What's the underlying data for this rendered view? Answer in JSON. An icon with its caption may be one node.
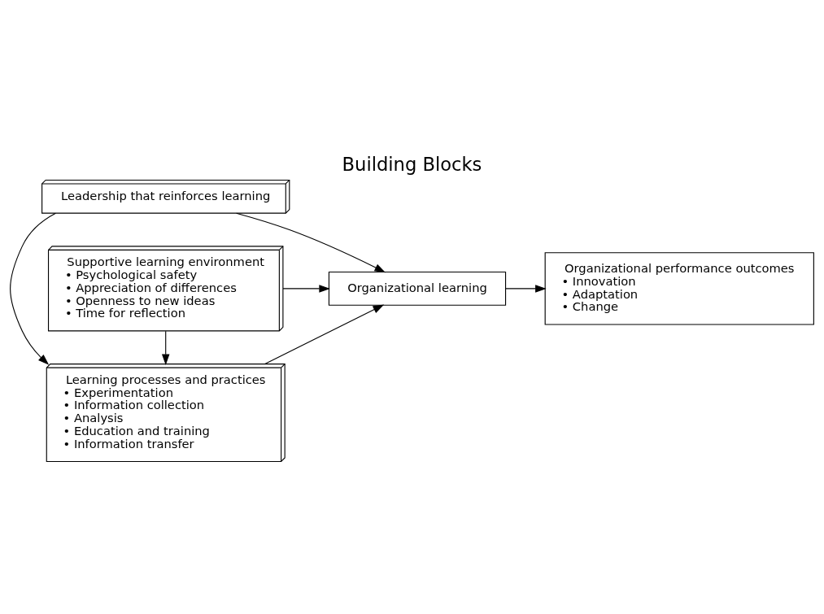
{
  "diagram": {
    "title": "Building Blocks",
    "nodes": [
      {
        "text": [
          "Leadership that reinforces learning"
        ]
      },
      {
        "text": [
          "Learning processes and practices",
          "• Experimentation",
          "• Information collection",
          "• Analysis",
          "• Education and training",
          "• Information transfer"
        ]
      },
      {
        "text": [
          "Supportive learning environment",
          "• Psychological safety",
          "• Appreciation of differences",
          "• Openness to new ideas",
          "• Time for reflection"
        ]
      },
      {
        "text": [
          "Organizational learning"
        ]
      },
      {
        "text": [
          "Organizational performance outcomes",
          "• Innovation",
          "• Adaptation",
          "• Change"
        ]
      }
    ],
    "edges": [
      {
        "from": 0,
        "to": 1,
        "arrow": "to"
      },
      {
        "from": 2,
        "to": 1,
        "arrow": "to"
      },
      {
        "from": 0,
        "to": 3,
        "arrow": "to"
      },
      {
        "from": 1,
        "to": 3,
        "arrow": "to"
      },
      {
        "from": 2,
        "to": 3,
        "arrow": "to"
      },
      {
        "from": 3,
        "to": 4,
        "arrow": "to"
      }
    ]
  }
}
